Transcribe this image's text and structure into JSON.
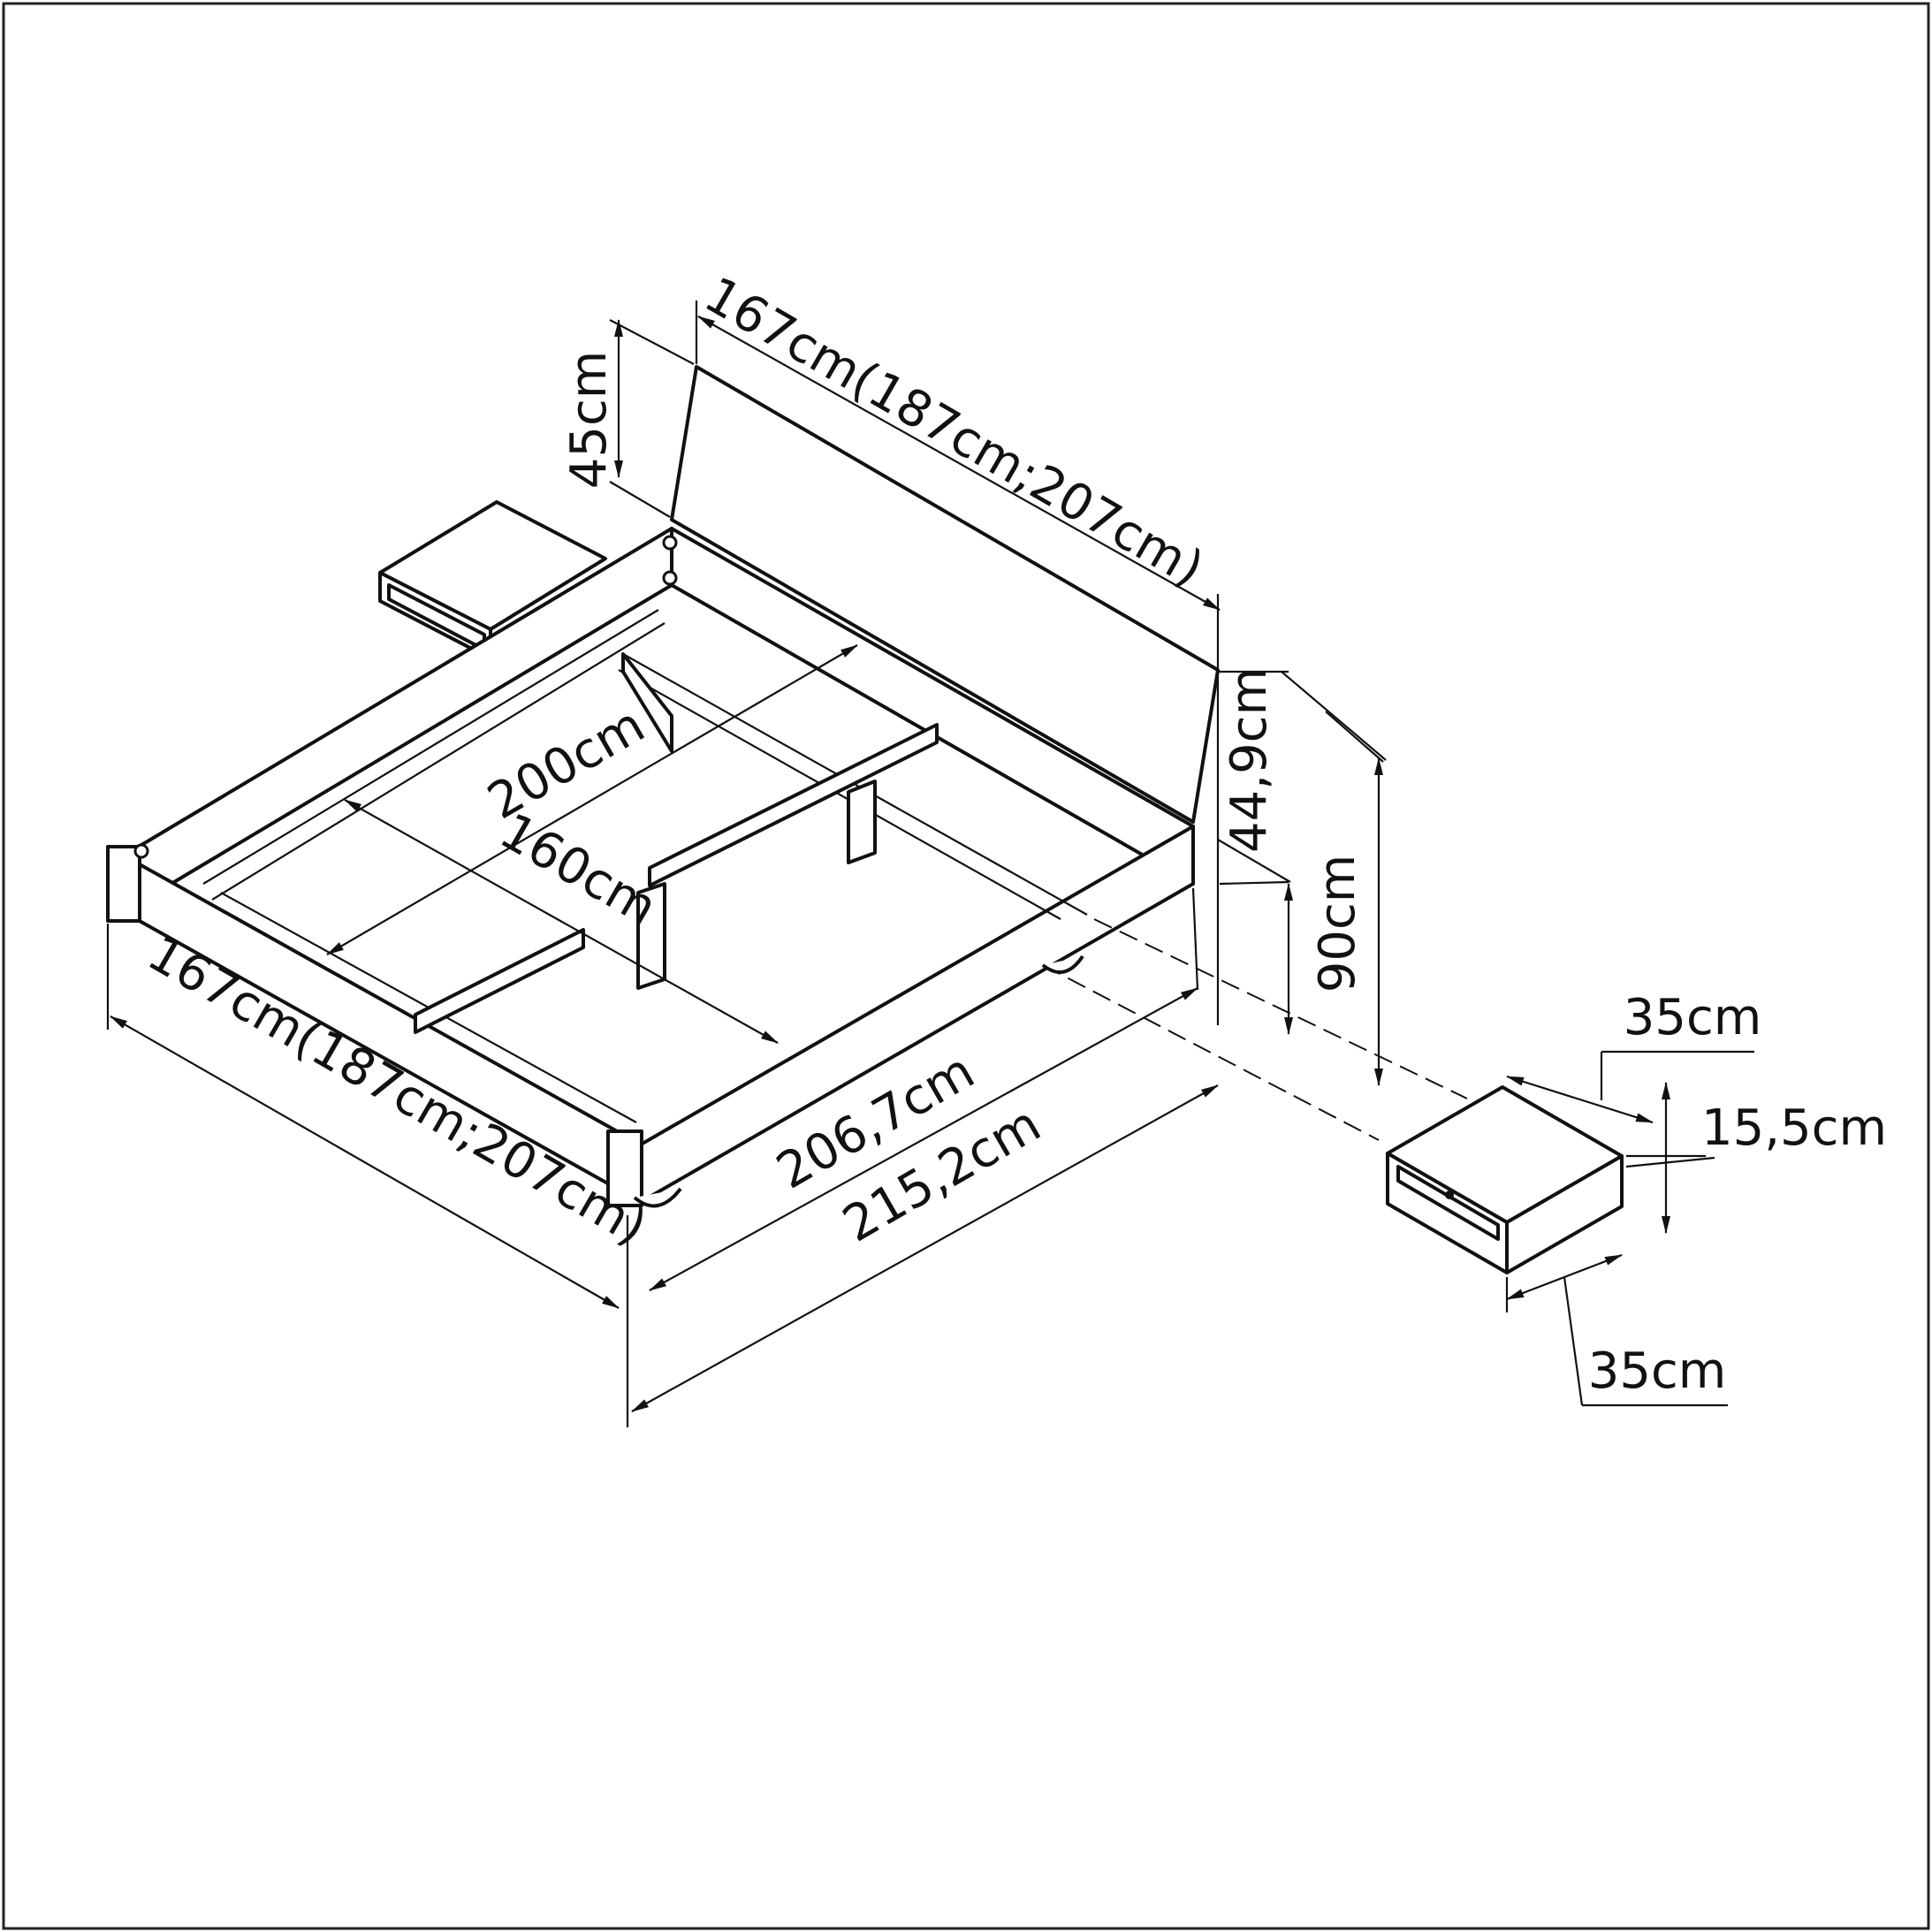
{
  "dimensions": {
    "headboard_height": "45cm",
    "headboard_width": "167cm(187cm;207cm)",
    "mattress_length": "200cm",
    "mattress_width": "160cm",
    "frame_height": "44,9cm",
    "total_height": "90cm",
    "inner_length": "206,7cm",
    "total_length": "215,2cm",
    "front_width": "167cm(187cm;207cm)",
    "nightstand_width": "35cm",
    "nightstand_height": "15,5cm",
    "nightstand_depth": "35cm"
  },
  "colors": {
    "line": "#111111",
    "background": "#ffffff"
  }
}
